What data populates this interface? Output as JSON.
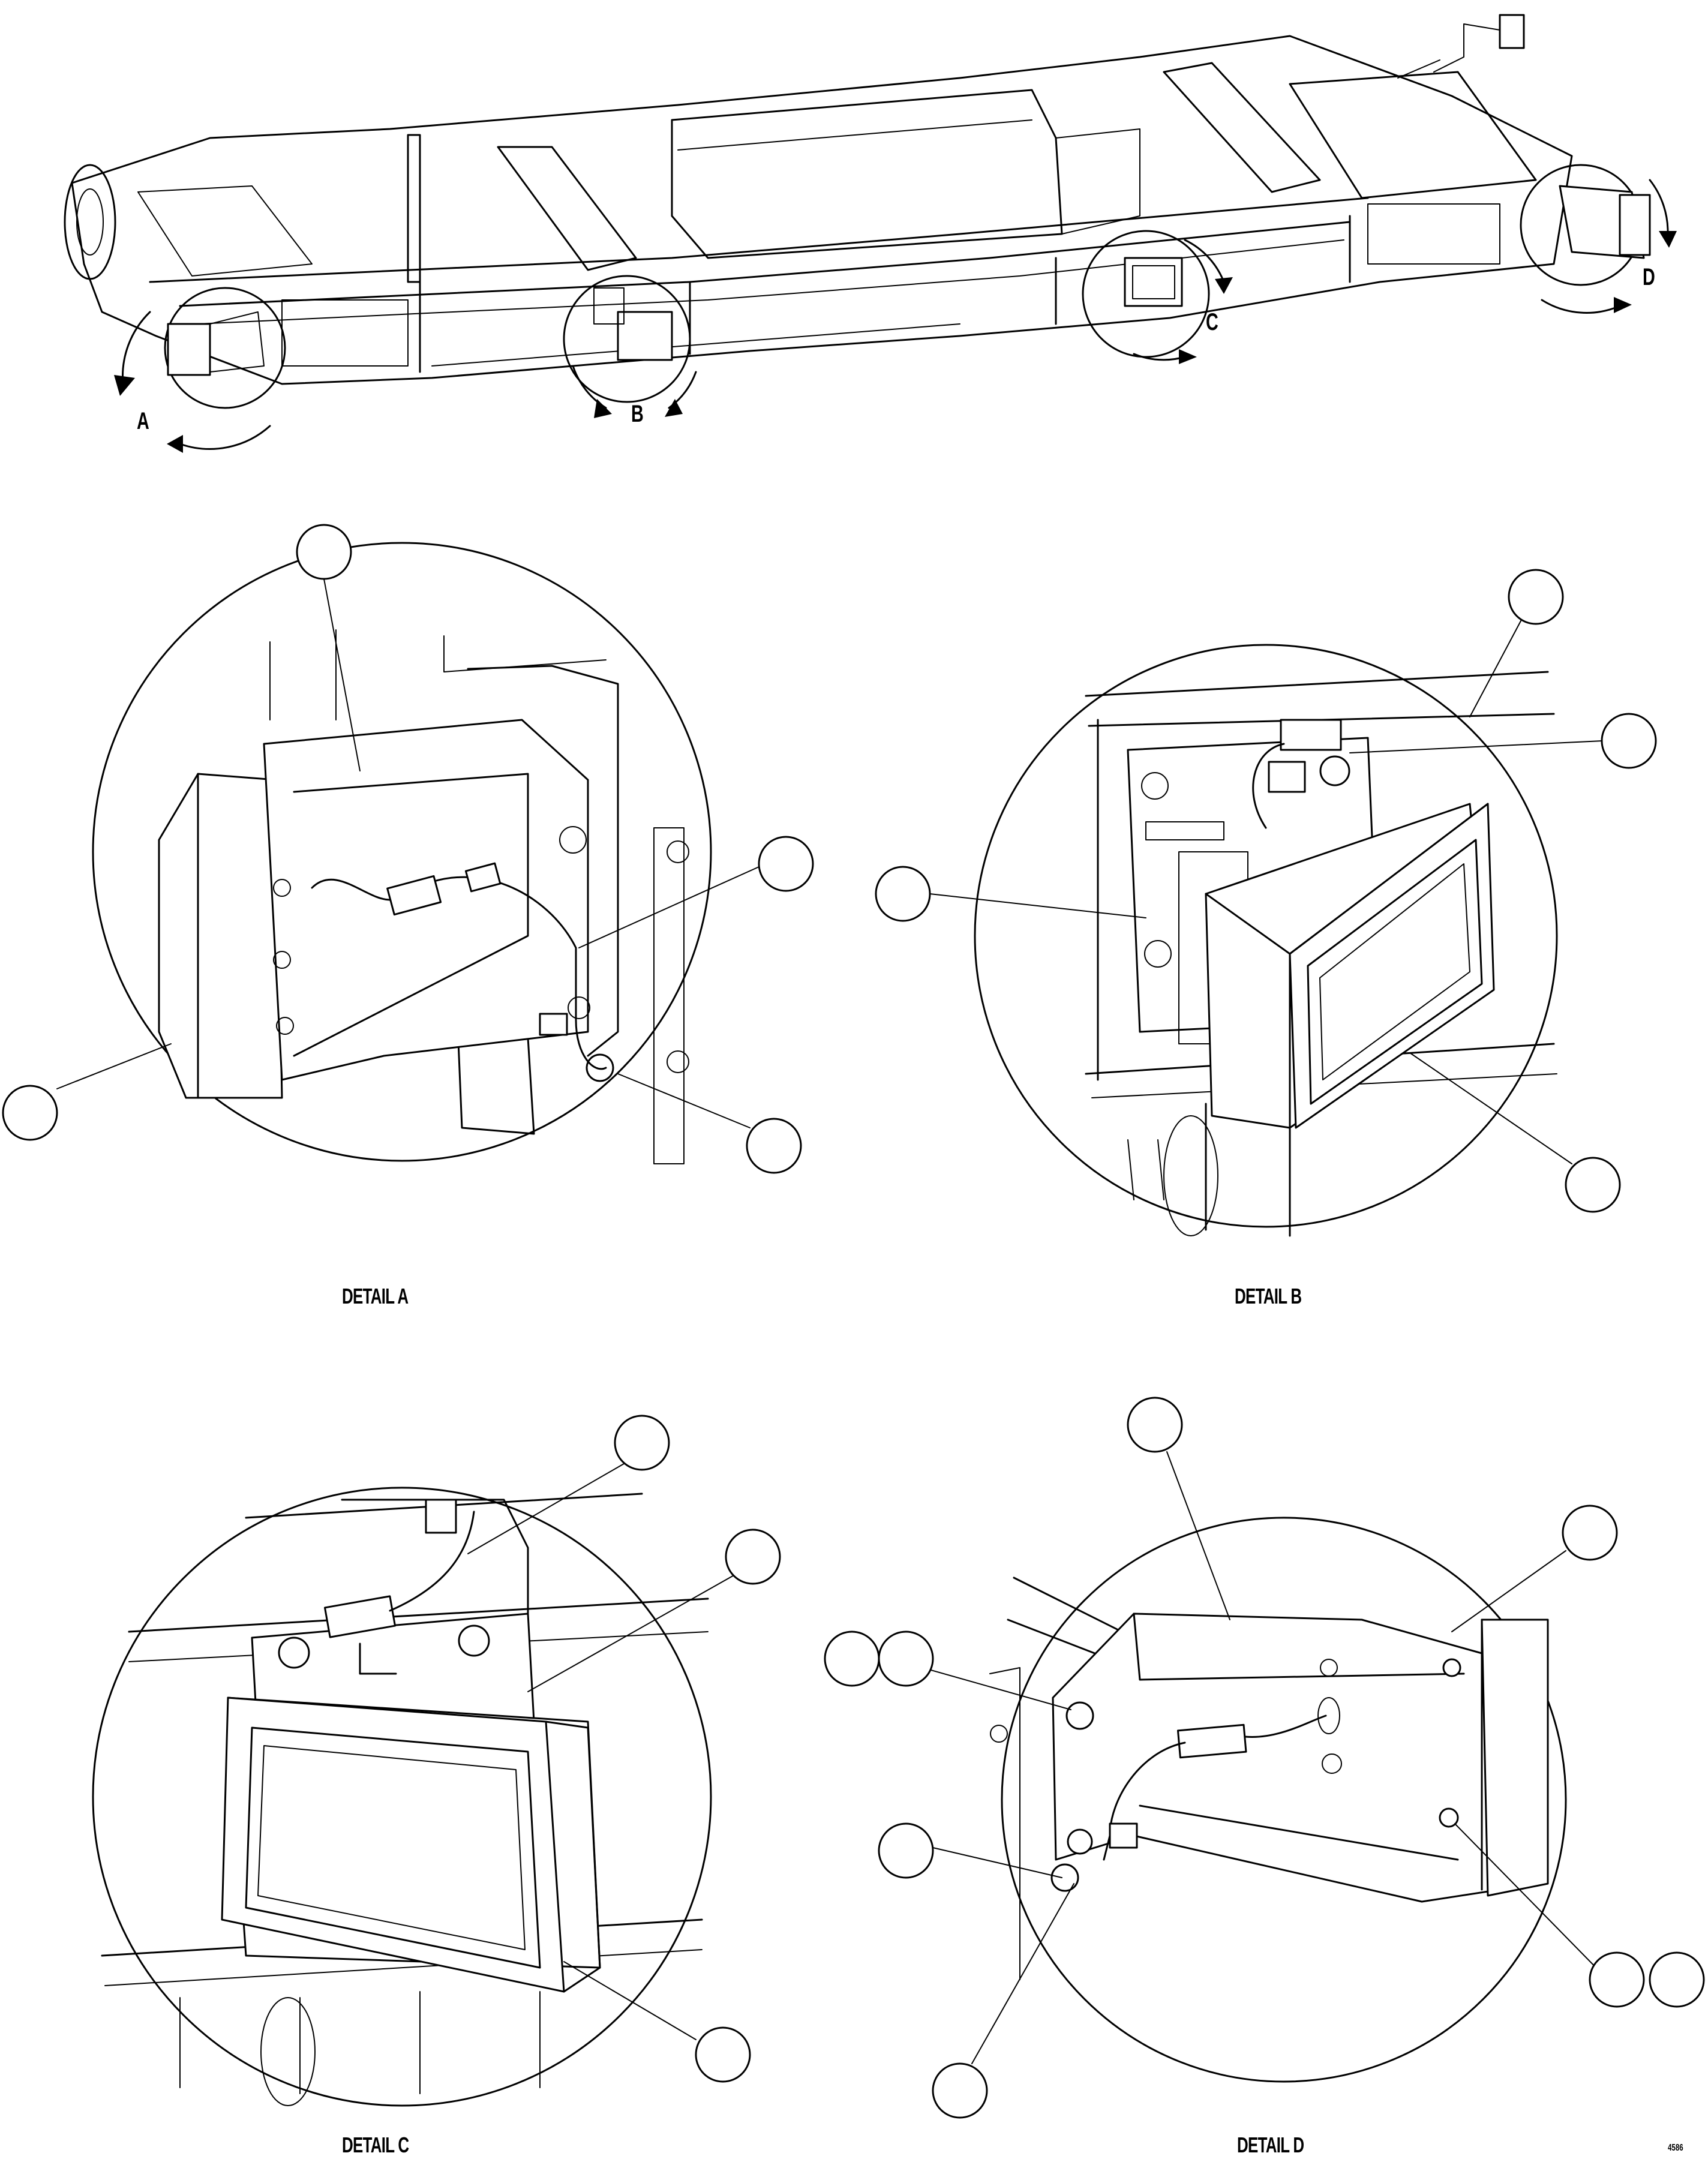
{
  "overview": {
    "view_letters": [
      "A",
      "B",
      "C",
      "D"
    ]
  },
  "details": [
    {
      "id": "A",
      "title": "DETAIL A"
    },
    {
      "id": "B",
      "title": "DETAIL B"
    },
    {
      "id": "C",
      "title": "DETAIL C"
    },
    {
      "id": "D",
      "title": "DETAIL D"
    }
  ],
  "figure_number": "4586",
  "icons": {
    "callout": "blank-callout-bubble-icon",
    "view_arrow": "rotation-arrow-icon"
  }
}
